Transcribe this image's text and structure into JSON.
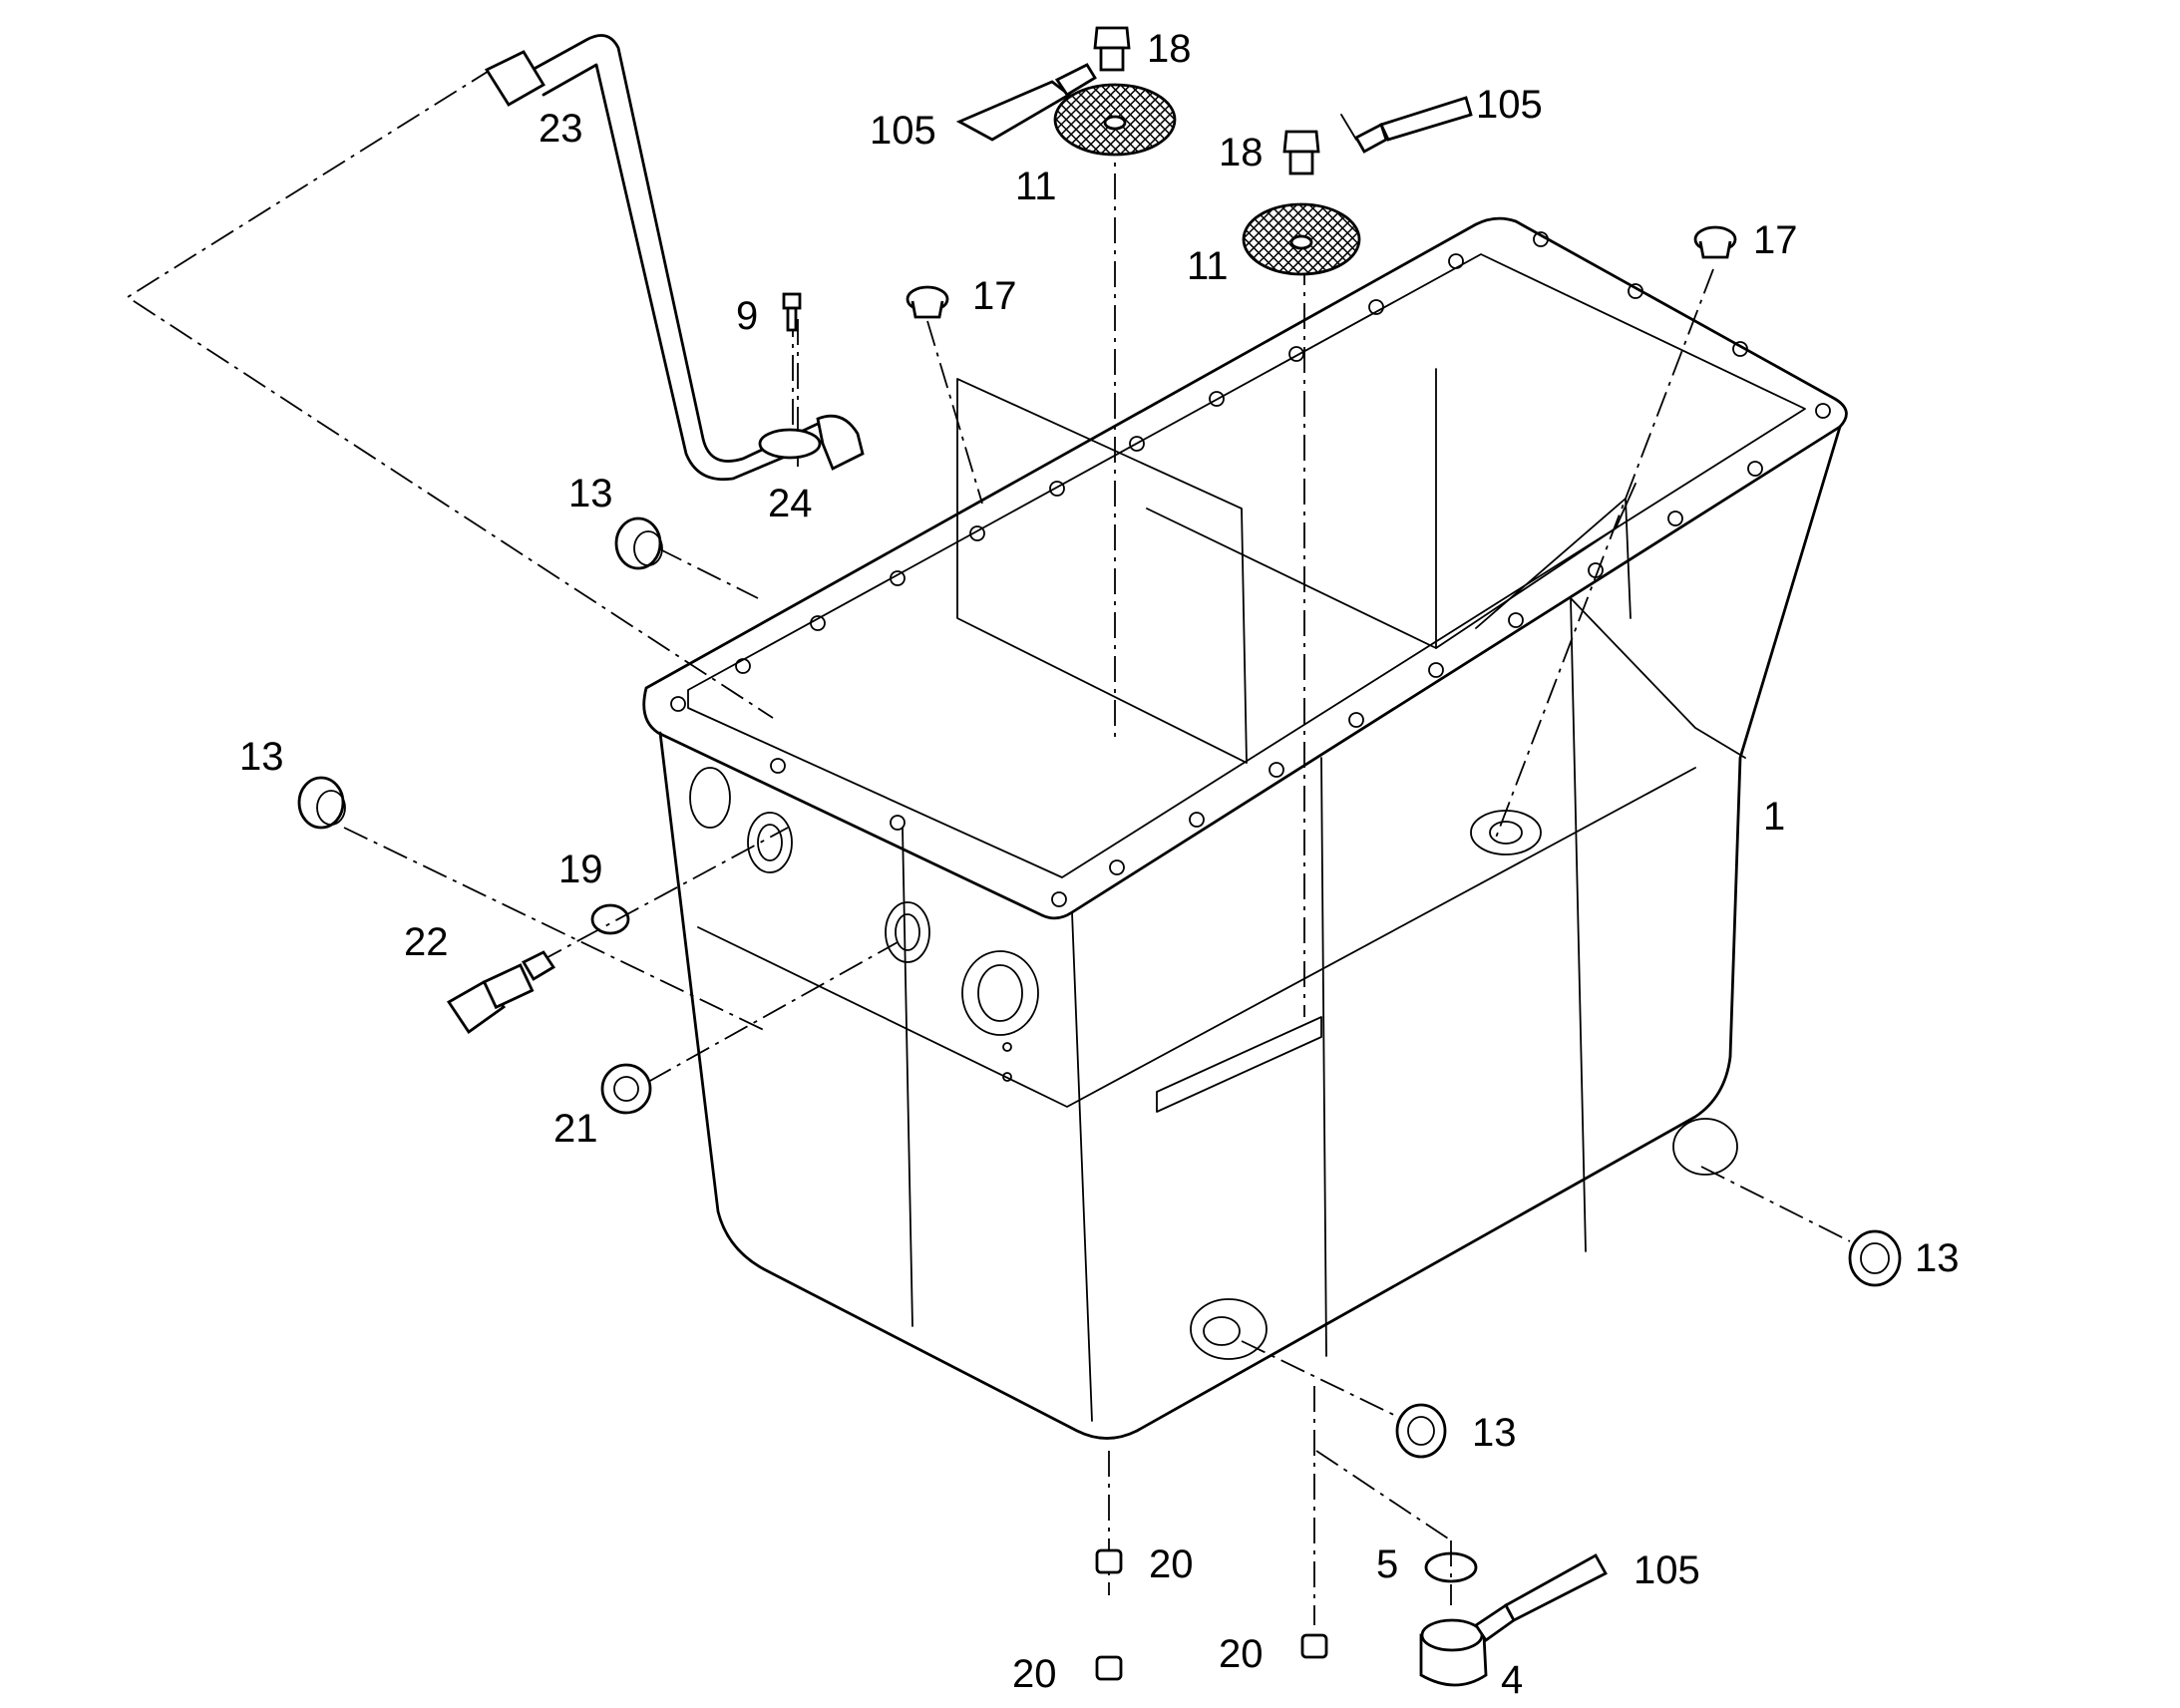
{
  "callouts": {
    "c18a": "18",
    "c18b": "18",
    "c105a": "105",
    "c105b": "105",
    "c105c": "105",
    "c11a": "11",
    "c11b": "11",
    "c17a": "17",
    "c17b": "17",
    "c23": "23",
    "c9": "9",
    "c24": "24",
    "c13a": "13",
    "c13b": "13",
    "c13c": "13",
    "c13d": "13",
    "c1": "1",
    "c19": "19",
    "c22": "22",
    "c21": "21",
    "c20a": "20",
    "c20b": "20",
    "c20c": "20",
    "c5": "5",
    "c4": "4"
  }
}
